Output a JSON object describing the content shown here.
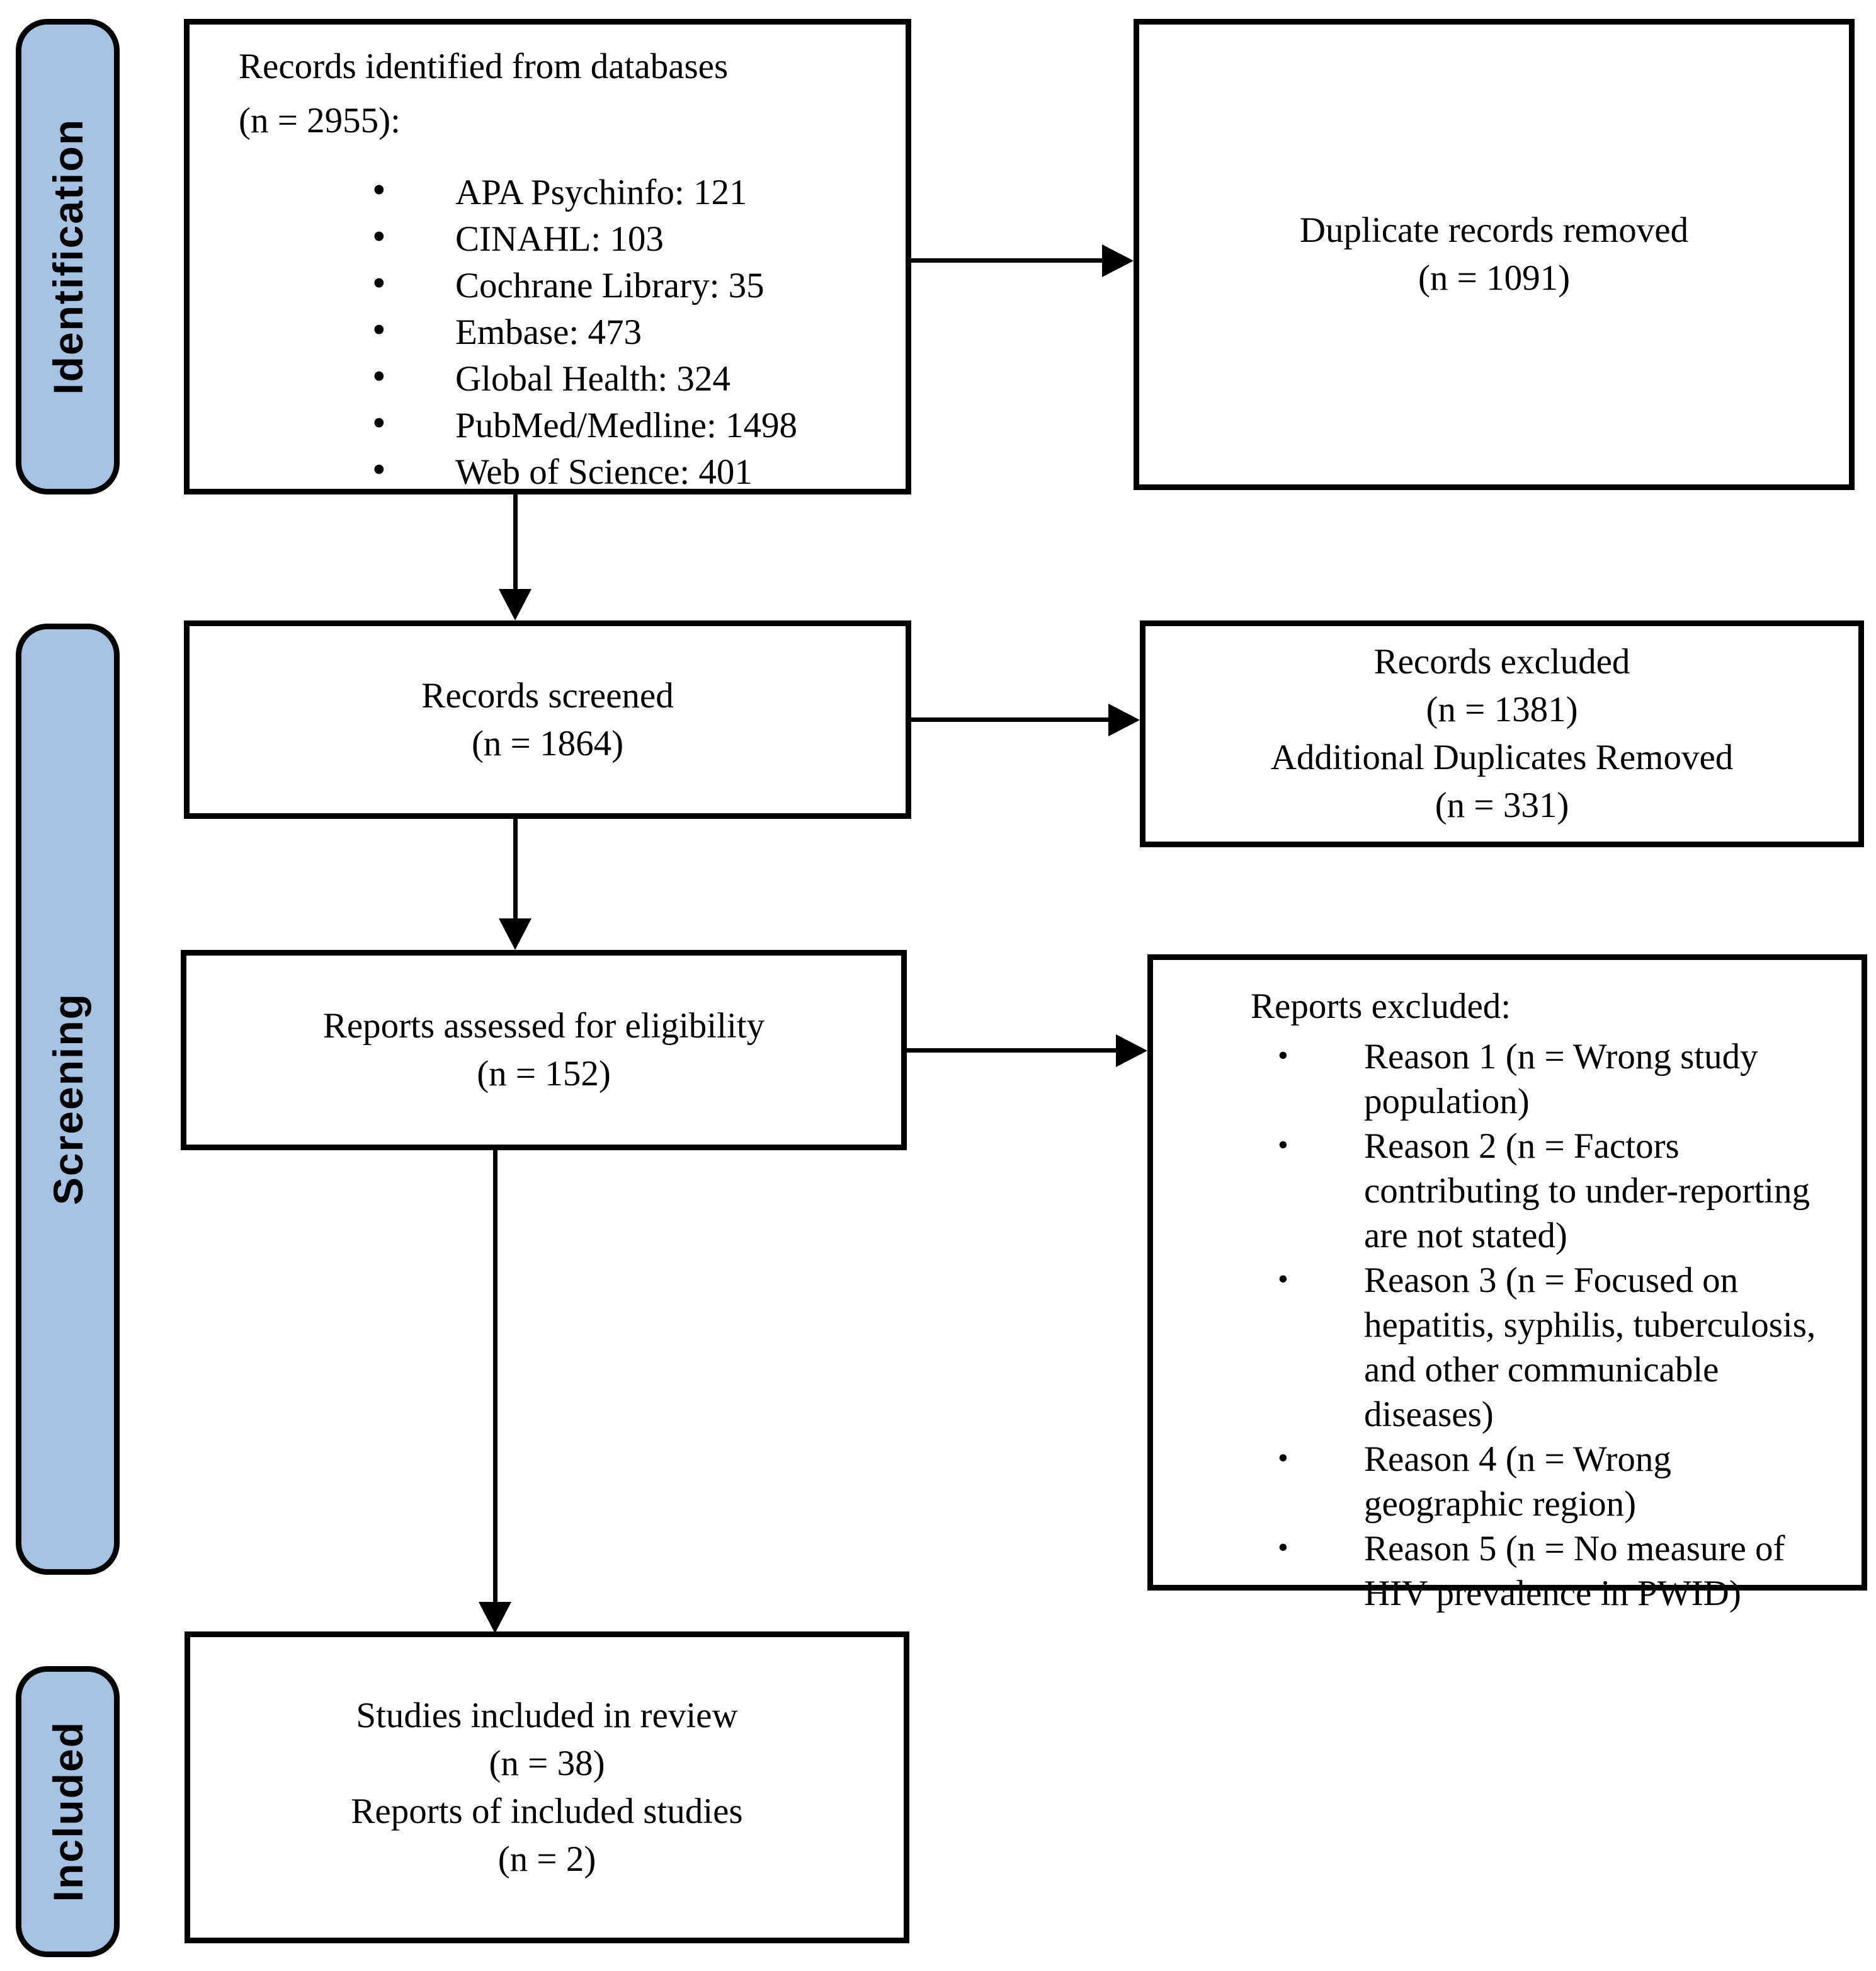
{
  "diagram": {
    "type": "prisma-flow",
    "colors": {
      "stage_fill": "#A6C1E1",
      "border": "#000000",
      "box_fill": "#FFFFFF"
    },
    "stages": [
      {
        "label": "Identification"
      },
      {
        "label": "Screening"
      },
      {
        "label": "Included"
      }
    ],
    "boxes": {
      "identified": {
        "line1": "Records identified from databases",
        "line2": "(n = 2955):",
        "sources": [
          "APA Psychinfo: 121",
          "CINAHL: 103",
          "Cochrane Library: 35",
          "Embase: 473",
          "Global Health: 324",
          "PubMed/Medline: 1498",
          "Web of Science: 401"
        ]
      },
      "duplicates_removed": {
        "line1": "Duplicate records removed",
        "line2": "(n = 1091)"
      },
      "screened": {
        "line1": "Records screened",
        "line2": "(n = 1864)"
      },
      "records_excluded": {
        "line1": "Records excluded",
        "line2": "(n = 1381)",
        "line3": "Additional Duplicates Removed",
        "line4": "(n = 331)"
      },
      "assessed": {
        "line1": "Reports assessed for eligibility",
        "line2": "(n = 152)"
      },
      "reports_excluded": {
        "heading": "Reports excluded:",
        "reasons": [
          "Reason 1 (n = Wrong study population)",
          "Reason 2 (n = Factors contributing to under-reporting are not stated)",
          "Reason 3 (n = Focused on hepatitis, syphilis, tuberculosis, and other communicable diseases)",
          "Reason 4 (n = Wrong geographic region)",
          "Reason 5 (n = No measure of HIV prevalence in PWID)"
        ]
      },
      "included": {
        "line1": "Studies included in review",
        "line2": "(n = 38)",
        "line3": "Reports of included studies",
        "line4": "(n = 2)"
      }
    }
  }
}
